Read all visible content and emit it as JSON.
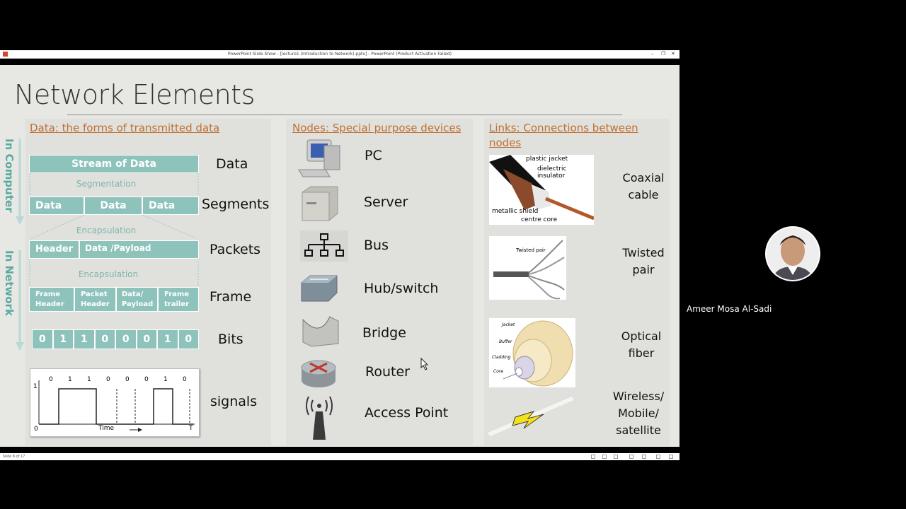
{
  "window": {
    "title": "PowerPoint Slide Show - [lecture1 (Introduction to Network).pptx] - PowerPoint (Product Activation Failed)",
    "minimize": "–",
    "restore": "❐",
    "close": "✕"
  },
  "slide": {
    "title": "Network Elements",
    "data_section": {
      "heading": "Data: the forms of transmitted data",
      "side_label_top": "In Computer",
      "side_label_bottom": "In Network",
      "stream": "Stream of Data",
      "segmentation": "Segmentation",
      "segments": [
        "Data",
        "Data",
        "Data"
      ],
      "encapsulation_1": "Encapsulation",
      "packet_header": "Header",
      "packet_payload": "Data /Payload",
      "encapsulation_2": "Encapsulation",
      "frame_parts": [
        [
          "Frame",
          "Header"
        ],
        [
          "Packet",
          "Header"
        ],
        [
          "Data/",
          "Payload"
        ],
        [
          "Frame",
          "trailer"
        ]
      ],
      "bits": [
        "0",
        "1",
        "1",
        "0",
        "0",
        "0",
        "1",
        "0"
      ],
      "signal_bits": [
        "0",
        "1",
        "1",
        "0",
        "0",
        "0",
        "1",
        "0"
      ],
      "signal_y1": "1",
      "signal_y0": "0",
      "signal_time": "Time",
      "signal_T": "T",
      "levels": [
        "Data",
        "Segments",
        "Packets",
        "Frame",
        "Bits",
        "signals"
      ]
    },
    "nodes_section": {
      "heading": "Nodes: Special purpose devices",
      "devices": [
        "PC",
        "Server",
        "Bus",
        "Hub/switch",
        "Bridge",
        "Router",
        "Access Point"
      ]
    },
    "links_section": {
      "heading_line1": "Links: Connections between",
      "heading_line2": "nodes",
      "coax_labels": [
        "plastic jacket",
        "dielectric insulator",
        "metallic shield",
        "centre core"
      ],
      "twisted_label": "Twisted pair",
      "fiber_labels": [
        "Jacket",
        "Buffer",
        "Cladding",
        "Core"
      ],
      "links": [
        [
          "Coaxial",
          "cable"
        ],
        [
          "Twisted",
          "pair"
        ],
        [
          "Optical",
          "fiber"
        ],
        [
          "Wireless/",
          "Mobile/",
          "satellite"
        ]
      ]
    }
  },
  "status": {
    "slide_counter": "Slide 8 of 17"
  },
  "presenter": {
    "name": "Ameer Mosa Al-Sadi"
  },
  "colors": {
    "teal": "#8ec3bb",
    "heading_orange": "#c07033",
    "slide_bg": "#e7e7e3"
  }
}
